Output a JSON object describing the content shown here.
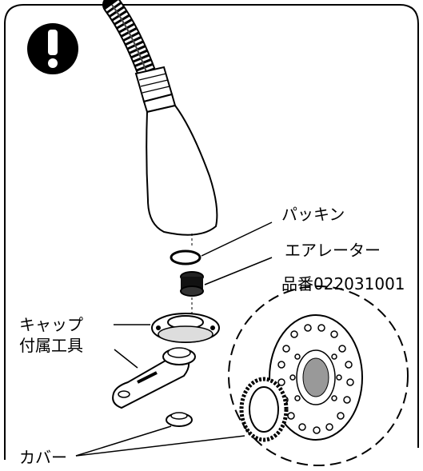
{
  "labels": {
    "packing": "パッキン",
    "aerator": "エアレーター",
    "part_number": "品番022031001",
    "cap": "キャップ",
    "tool": "付属工具",
    "cover": "カバー"
  },
  "warning_icon": "exclamation-icon"
}
